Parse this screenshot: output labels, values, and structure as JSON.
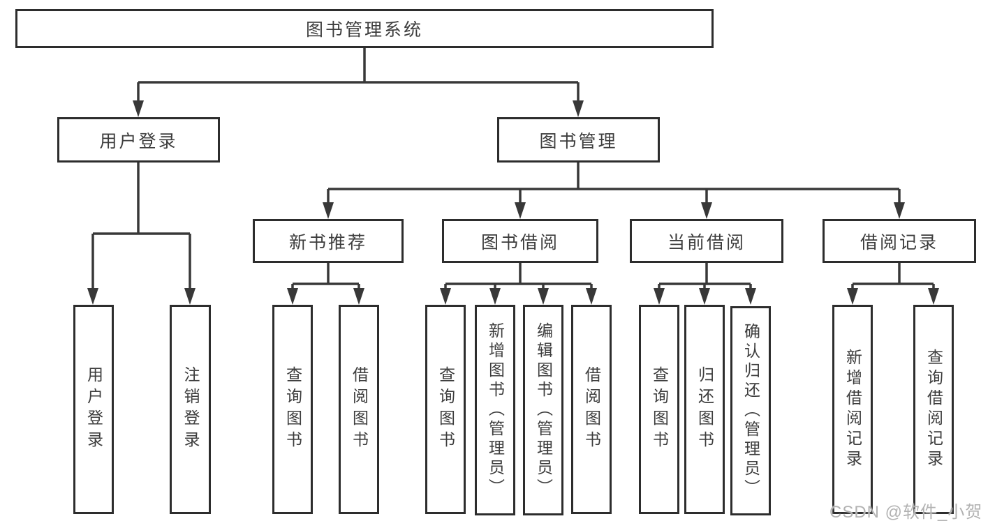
{
  "tree": {
    "root": "图书管理系统",
    "login": {
      "label": "用户登录",
      "children": [
        "用户登录",
        "注销登录"
      ]
    },
    "manage": {
      "label": "图书管理",
      "groups": [
        {
          "label": "新书推荐",
          "children": [
            "查询图书",
            "借阅图书"
          ]
        },
        {
          "label": "图书借阅",
          "children": [
            "查询图书",
            "新增图书（管理员）",
            "编辑图书（管理员）",
            "借阅图书"
          ]
        },
        {
          "label": "当前借阅",
          "children": [
            "查询图书",
            "归还图书",
            "确认归还（管理员）"
          ]
        },
        {
          "label": "借阅记录",
          "children": [
            "新增借阅记录",
            "查询借阅记录"
          ]
        }
      ]
    }
  },
  "watermark": "CSDN @软件_小贺同学",
  "colors": {
    "box_border": "#2d2d2d",
    "connector": "#383838",
    "text": "#3d3d3d",
    "watermark": "#b2b2b2",
    "background": "#ffffff"
  }
}
